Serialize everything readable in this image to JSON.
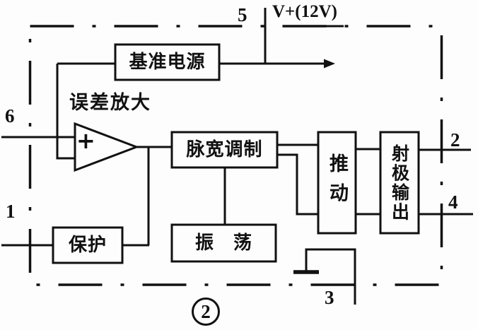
{
  "diagram": {
    "figure_number": "2",
    "supply_label": "V+(12V)",
    "error_amp": {
      "label": "误差放大",
      "plus_sign": "+"
    },
    "blocks": {
      "reference": "基准电源",
      "pwm": "脉宽调制",
      "protection": "保护",
      "oscillator": "振　荡",
      "driver": "推动",
      "emitter_output": "射极输出"
    },
    "pins": {
      "pin1": "1",
      "pin2": "2",
      "pin3": "3",
      "pin4": "4",
      "pin5": "5",
      "pin6": "6"
    },
    "colors": {
      "ink": "#111111",
      "paper": "#fdfdfd"
    }
  }
}
